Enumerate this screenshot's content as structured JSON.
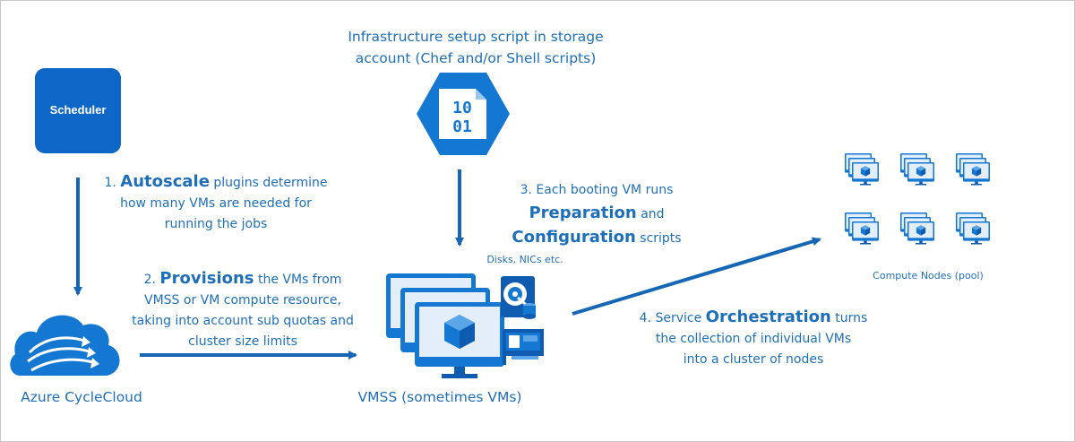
{
  "infrastructure": {
    "line1": "Infrastructure setup script in storage",
    "line2": "account (Chef and/or Shell scripts)",
    "hex_digits_top": "10",
    "hex_digits_bottom": "01"
  },
  "scheduler": {
    "label": "Scheduler"
  },
  "step1": {
    "num": "1.",
    "bold": "Autoscale",
    "rest1": "plugins determine",
    "line2": "how many VMs are needed for",
    "line3": "running the jobs"
  },
  "step2": {
    "num": "2.",
    "bold": "Provisions",
    "rest1": "the VMs from",
    "line2": "VMSS or VM compute resource,",
    "line3": "taking into account sub quotas and",
    "line4": "cluster size limits"
  },
  "step3": {
    "line1": "3. Each booting VM runs",
    "bold1": "Preparation",
    "and": "and",
    "bold2": "Configuration",
    "scripts": "scripts"
  },
  "step4": {
    "num": "4. Service",
    "bold": "Orchestration",
    "rest1": "turns",
    "line2": "the collection of individual VMs",
    "line3": "into a cluster of nodes"
  },
  "disks": {
    "label": "Disks, NICs etc."
  },
  "vmss": {
    "label": "VMSS (sometimes VMs)"
  },
  "cyclecloud": {
    "label": "Azure CycleCloud"
  },
  "compute_nodes": {
    "label": "Compute Nodes (pool)"
  },
  "colors": {
    "text": "#1f6fb8",
    "icon_dark": "#0e5bb0",
    "icon_mid": "#1478d2",
    "icon_light": "#e3eef9",
    "arrow": "#1566b5"
  }
}
